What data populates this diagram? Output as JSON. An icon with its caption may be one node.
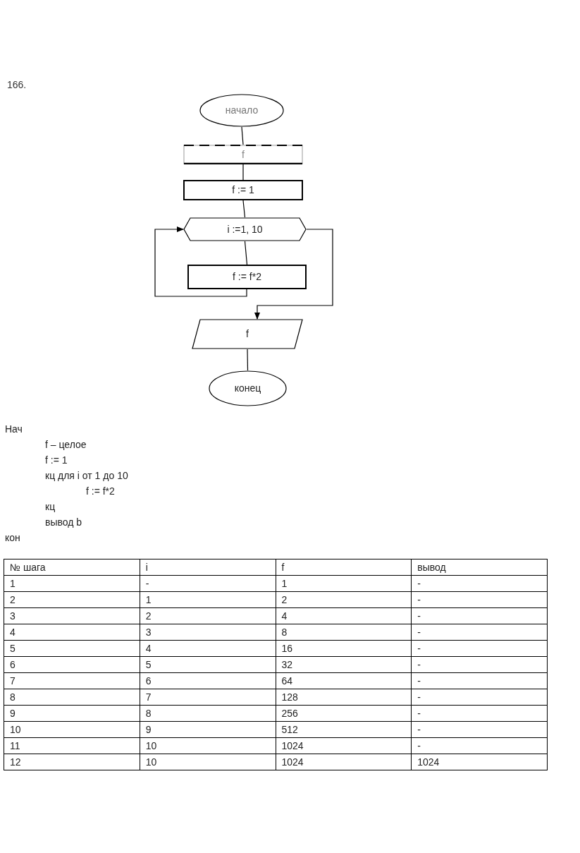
{
  "diagram": {
    "title": "166.",
    "nodes": [
      {
        "text": [
          "начало"
        ]
      },
      {
        "text": [
          "f"
        ]
      },
      {
        "text": [
          "f := 1"
        ]
      },
      {
        "text": [
          "i :=1, 10"
        ]
      },
      {
        "text": [
          "f := f*2"
        ]
      },
      {
        "text": [
          "f"
        ]
      },
      {
        "text": [
          "конец"
        ]
      }
    ],
    "edges": [
      {
        "from": 0,
        "to": 1,
        "arrow": "none"
      },
      {
        "from": 1,
        "to": 2,
        "arrow": "none"
      },
      {
        "from": 2,
        "to": 3,
        "arrow": "none"
      },
      {
        "from": 3,
        "to": 4,
        "arrow": "none"
      },
      {
        "from": 4,
        "to": 3,
        "arrow": "to"
      },
      {
        "from": 3,
        "to": 5,
        "arrow": "to"
      },
      {
        "from": 5,
        "to": 6,
        "arrow": "none"
      }
    ],
    "labels": [
      "Нач",
      "f – целое",
      "f := 1",
      "кц для i от 1 до 10",
      "f := f*2",
      "кц",
      "вывод b",
      "кон",
      "№ шага",
      "i",
      "f",
      "вывод",
      "1",
      "-",
      "1",
      "-",
      "2",
      "1",
      "2",
      "-",
      "3",
      "2",
      "4",
      "-",
      "4",
      "3",
      "8",
      "-",
      "5",
      "4",
      "16",
      "-",
      "6",
      "5",
      "32",
      "-",
      "7",
      "6",
      "64",
      "-",
      "8",
      "7",
      "128",
      "-",
      "9",
      "8",
      "256",
      "-",
      "10",
      "9",
      "512",
      "-",
      "11",
      "10",
      "1024",
      "-",
      "12",
      "10",
      "1024",
      "1024"
    ]
  }
}
